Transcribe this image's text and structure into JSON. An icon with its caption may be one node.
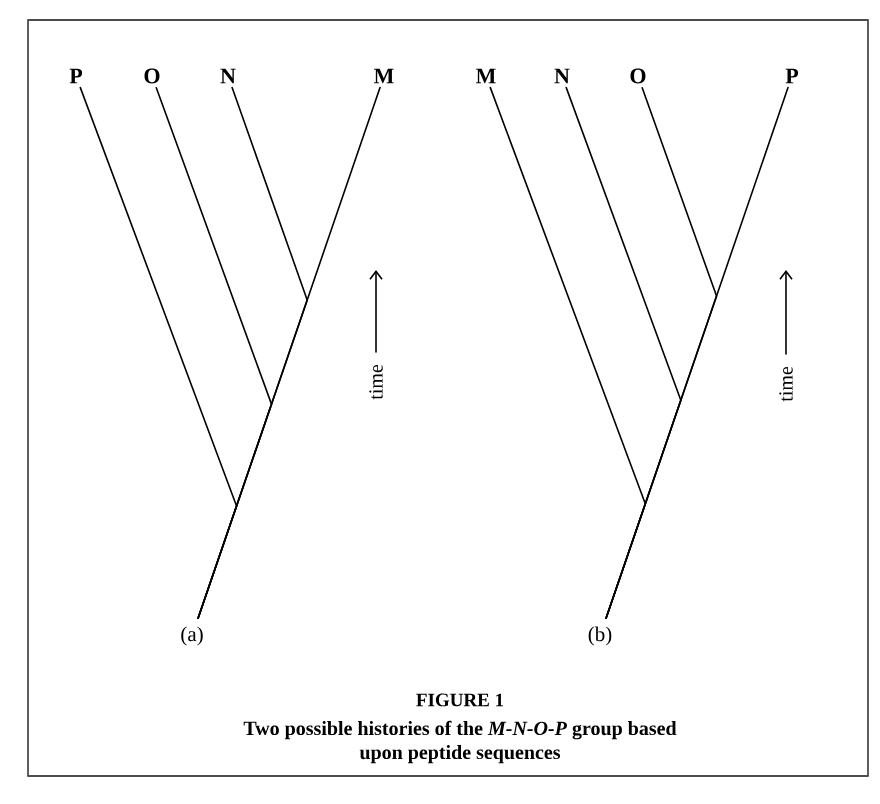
{
  "diagram": {
    "title": "FIGURE 1",
    "caption": "Two possible histories of the *M-N-O-P* group based upon peptide sequences",
    "nodes": [
      {
        "text": [
          "P"
        ]
      },
      {
        "text": [
          "O"
        ]
      },
      {
        "text": [
          "N"
        ]
      },
      {
        "text": [
          "M"
        ]
      },
      {
        "text": [
          "M"
        ]
      },
      {
        "text": [
          "N"
        ]
      },
      {
        "text": [
          "O"
        ]
      },
      {
        "text": [
          "P"
        ]
      },
      {
        "text": [
          "(a)"
        ]
      },
      {
        "text": [
          "(b)"
        ]
      }
    ],
    "edges": [
      {
        "from": 8,
        "to": 0,
        "arrow": "none"
      },
      {
        "from": 8,
        "to": 1,
        "arrow": "none"
      },
      {
        "from": 8,
        "to": 2,
        "arrow": "none"
      },
      {
        "from": 8,
        "to": 3,
        "arrow": "none"
      },
      {
        "from": 9,
        "to": 4,
        "arrow": "none"
      },
      {
        "from": 9,
        "to": 5,
        "arrow": "none"
      },
      {
        "from": 9,
        "to": 6,
        "arrow": "none"
      },
      {
        "from": 9,
        "to": 7,
        "arrow": "none"
      }
    ],
    "labels": [
      "time",
      "time"
    ]
  }
}
